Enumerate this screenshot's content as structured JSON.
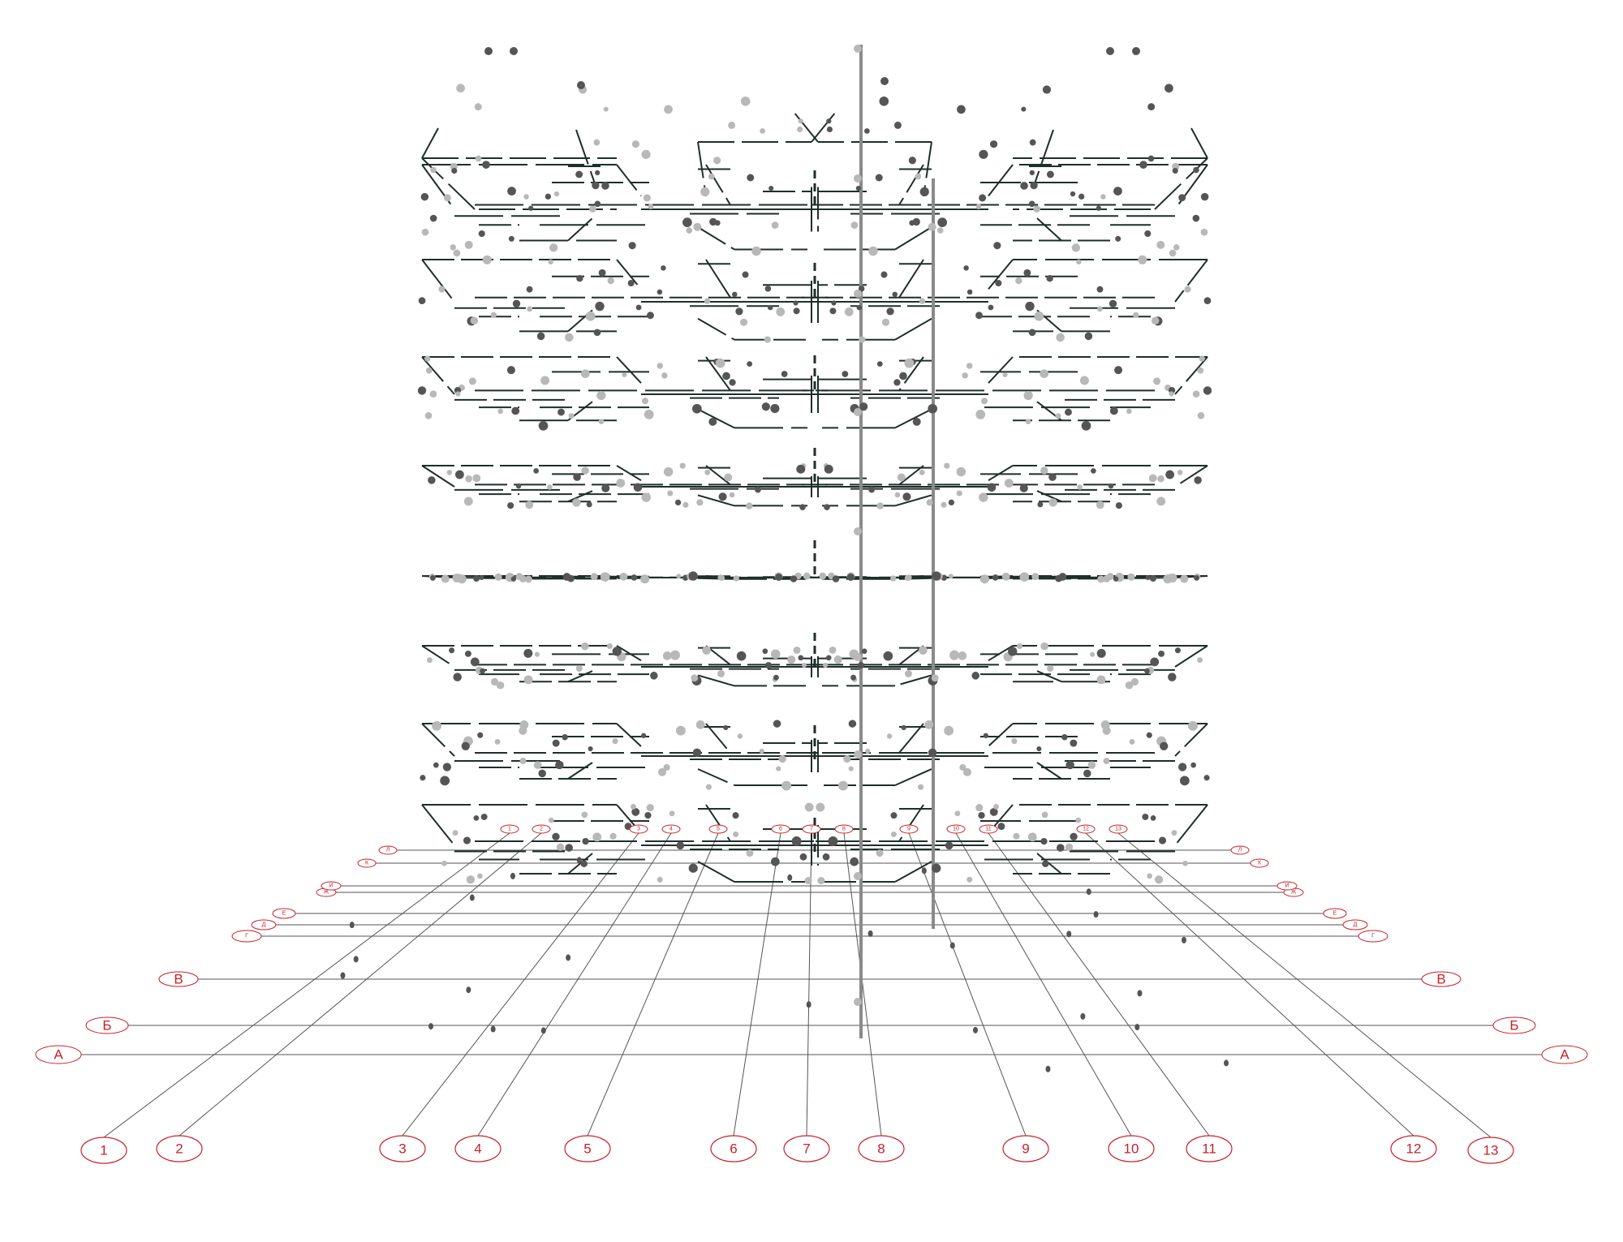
{
  "colors": {
    "grid_line": "#555555",
    "label_text": "#c8202a",
    "bubble_stroke": "#c8202a",
    "pipe": "#1f2e2b",
    "node_dark": "#555555",
    "node_light": "#b8b8b8",
    "riser": "#8a8a8a"
  },
  "grid": {
    "column_labels": [
      "1",
      "2",
      "3",
      "4",
      "5",
      "6",
      "7",
      "8",
      "9",
      "10",
      "11",
      "12",
      "13"
    ],
    "row_labels": [
      "А",
      "Б",
      "В",
      "Г",
      "Д",
      "Е",
      "Ж",
      "И",
      "К",
      "Л"
    ]
  },
  "diagram": {
    "floor_count": 9,
    "riser_count": 2
  }
}
